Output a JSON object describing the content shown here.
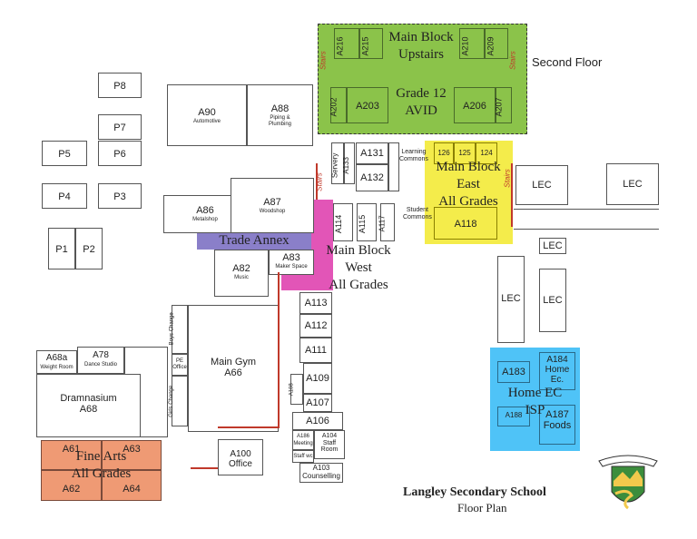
{
  "floor_plan": {
    "title": "Langley Secondary School",
    "subtitle": "Floor Plan",
    "second_floor_label": "Second Floor",
    "stairs_label": "Stairs",
    "zones": {
      "upstairs": {
        "title": "Main Block\nUpstairs",
        "subtitle": "Grade 12\nAVID",
        "color": "#8bc34a"
      },
      "east": {
        "title": "Main Block\nEast\nAll Grades",
        "color": "#f4ec4b"
      },
      "west": {
        "title": "Main Block\nWest\nAll Grades",
        "color": "#e255b7"
      },
      "trade": {
        "title": "Trade Annex",
        "color": "#8a7fc9"
      },
      "home_ec": {
        "title": "Home EC\nISP",
        "color": "#4fc3f7"
      },
      "fine_arts": {
        "title": "Fine Arts\nAll Grades",
        "color": "#ef9a74"
      }
    },
    "portables": [
      "P8",
      "P7",
      "P6",
      "P5",
      "P4",
      "P3",
      "P1",
      "P2"
    ],
    "rooms": {
      "a90": "A90",
      "a90_sub": "Automotive",
      "a88": "A88",
      "a88_sub": "Piping &\nPlumbing",
      "a86": "A86",
      "a86_sub": "Metalshop",
      "a87": "A87",
      "a87_sub": "Woodshop",
      "a82": "A82",
      "a82_sub": "Music",
      "a83": "A83",
      "a83_sub": "Maker Space",
      "a66": "Main Gym\nA66",
      "a68a": "A68a",
      "a68a_sub": "Weight Room",
      "a78": "A78",
      "a78_sub": "Dance Studio",
      "a68": "Dramnasium\nA68",
      "a61": "A61",
      "a63": "A63",
      "a62": "A62",
      "a64": "A64",
      "a100": "A100\nOffice",
      "a113": "A113",
      "a112": "A112",
      "a111": "A111",
      "a109": "A109",
      "a108": "A108",
      "a107": "A107",
      "a106": "A106",
      "a104": "A104\nStaff\nRoom",
      "a103": "A103\nCounselling",
      "a133": "A133",
      "servery": "Servery",
      "a131": "A131",
      "a132": "A132",
      "learning_commons": "Learning\nCommons",
      "student_commons": "Student\nCommons",
      "a114": "A114",
      "a115": "A115",
      "a117": "A117",
      "a118": "A118",
      "a126": "126",
      "a125": "125",
      "a124": "124",
      "a216": "A216",
      "a215": "A215",
      "a210": "A210",
      "a209": "A209",
      "a202": "A202",
      "a203": "A203",
      "a206": "A206",
      "a207": "A207",
      "a183": "A183",
      "a184": "A184\nHome\nEc.",
      "a188": "A188",
      "a187": "A187\nFoods",
      "lec": "LEC",
      "boys_change": "Boys Change",
      "girls_change": "Girls Change",
      "pe_office": "PE\nOffice",
      "a186": "A186",
      "a186_sub": "Meeting",
      "staff_wc": "Staff wc"
    },
    "colors": {
      "wall": "#555555",
      "stairs": "#c0392b",
      "logo_green": "#3c8d3c",
      "logo_yellow": "#f2c94c"
    }
  }
}
